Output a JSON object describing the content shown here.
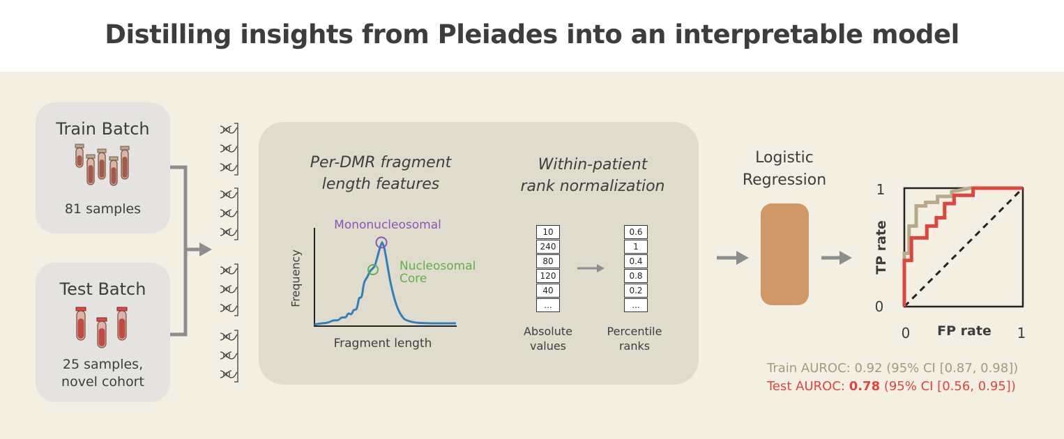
{
  "title": "Distilling insights from Pleiades into an interpretable model",
  "train_batch": {
    "title": "Train Batch",
    "samples": "81 samples"
  },
  "test_batch": {
    "title": "Test Batch",
    "samples_line1": "25 samples,",
    "samples_line2": "novel cohort"
  },
  "fragment_features": {
    "title_line1": "Per-DMR fragment",
    "title_line2": "length features",
    "ylabel": "Frequency",
    "xlabel": "Fragment length",
    "peak_label": "Mononucleosomal",
    "shoulder_label_line1": "Nucleosomal",
    "shoulder_label_line2": "Core"
  },
  "rank_normalization": {
    "title_line1": "Within-patient",
    "title_line2": "rank normalization",
    "absolute_values": [
      "10",
      "240",
      "80",
      "120",
      "40",
      "..."
    ],
    "percentile_ranks": [
      "0.6",
      "1",
      "0.4",
      "0.8",
      "0.2",
      "..."
    ],
    "absolute_label_line1": "Absolute",
    "absolute_label_line2": "values",
    "percentile_label_line1": "Percentile",
    "percentile_label_line2": "ranks"
  },
  "model": {
    "label_line1": "Logistic",
    "label_line2": "Regression"
  },
  "roc": {
    "ylabel": "TP rate",
    "xlabel": "FP rate",
    "y_ticks": [
      "1",
      "0"
    ],
    "x_ticks": [
      "0",
      "1"
    ]
  },
  "metrics": {
    "train_prefix": "Train AUROC: ",
    "train_value": "0.92",
    "train_ci": " (95% CI [0.87, 0.98])",
    "test_prefix": "Test AUROC: ",
    "test_value": "0.78",
    "test_ci": " (95% CI [0.56, 0.95])"
  },
  "colors": {
    "train": "#b7aa8c",
    "test": "#e0443c",
    "curve": "#2f7fb9",
    "mono": "#8a55b5",
    "nucleo": "#5fb04a",
    "box": "#cf9866"
  },
  "chart_data": {
    "type": "line",
    "xlabel": "FP rate",
    "ylabel": "TP rate",
    "xlim": [
      0,
      1
    ],
    "ylim": [
      0,
      1
    ],
    "series": [
      {
        "name": "Train AUROC",
        "x": [
          0,
          0,
          0.04,
          0.04,
          0.1,
          0.1,
          0.18,
          0.18,
          0.28,
          0.28,
          0.4,
          0.4,
          0.55,
          1
        ],
        "y": [
          0,
          0.45,
          0.45,
          0.68,
          0.68,
          0.85,
          0.85,
          0.88,
          0.88,
          0.93,
          0.93,
          0.97,
          1,
          1
        ]
      },
      {
        "name": "Test AUROC",
        "x": [
          0,
          0,
          0.06,
          0.06,
          0.19,
          0.19,
          0.27,
          0.27,
          0.34,
          0.34,
          0.42,
          0.42,
          0.58,
          0.58,
          1
        ],
        "y": [
          0,
          0.39,
          0.39,
          0.58,
          0.58,
          0.68,
          0.68,
          0.75,
          0.75,
          0.87,
          0.87,
          0.94,
          0.94,
          1,
          1
        ]
      }
    ]
  }
}
